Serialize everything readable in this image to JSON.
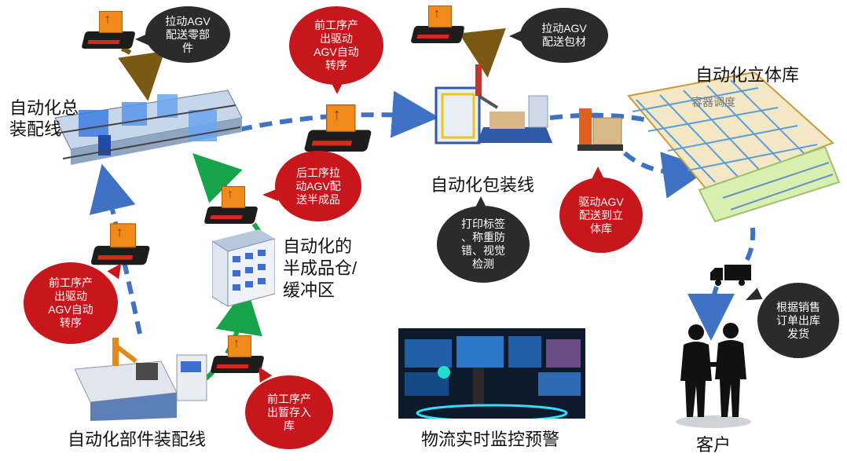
{
  "stations": {
    "final_assembly": "自动化总\n装配线",
    "packaging": "自动化包装线",
    "warehouse": "自动化立体库",
    "semi_buffer": "自动化的\n半成品仓/\n缓冲区",
    "component_assembly": "自动化部件装配线",
    "monitoring": "物流实时监控预警",
    "customer": "客户",
    "container_dispatch": "容器调度"
  },
  "bubbles": {
    "pull_agv_parts": "拉动AGV\n配送零部\n件",
    "front_agv_top": "前工序产\n出驱动\nAGV自动\n转序",
    "pull_agv_packaging": "拉动AGV\n配送包材",
    "rear_pull_agv": "后工序拉\n动AGV配\n送半成品",
    "front_agv_left": "前工序产\n出驱动\nAGV自动\n转序",
    "print_label": "打印标签\n、称重防\n错、视觉\n检测",
    "drive_agv_warehouse": "驱动AGV\n配送到立\n体库",
    "sales_order": "根据销售\n订单出库\n发货",
    "temp_storage": "前工序产\n出暂存入\n库"
  },
  "colors": {
    "red_bubble": "#c8161d",
    "dark_bubble": "#2b2b2b",
    "blue_flow": "#3f72c5",
    "green_flow": "#16a34a",
    "brown_flow": "#7a5a12"
  }
}
